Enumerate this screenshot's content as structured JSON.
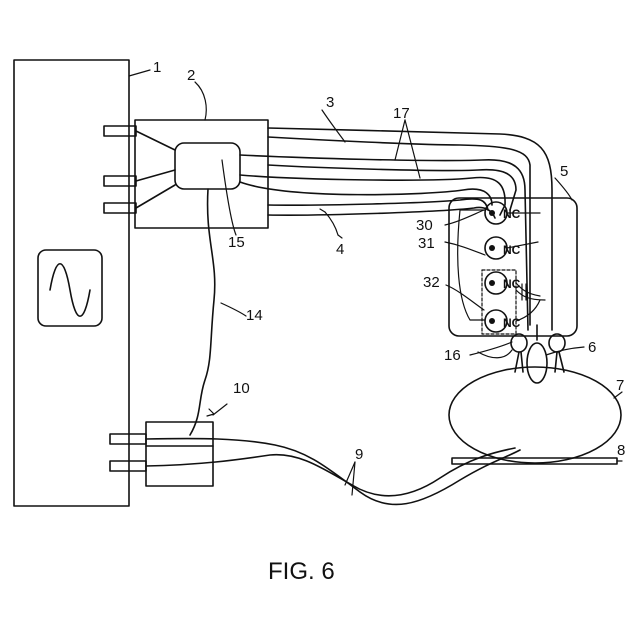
{
  "labels": {
    "l1": "1",
    "l2": "2",
    "l3": "3",
    "l4": "4",
    "l5": "5",
    "l6": "6",
    "l7": "7",
    "l8": "8",
    "l9": "9",
    "l10": "10",
    "l14": "14",
    "l15": "15",
    "l16": "16",
    "l17": "17",
    "l30": "30",
    "l31": "31",
    "l32": "32"
  },
  "switch_label": "NC",
  "caption": "FIG. 6"
}
